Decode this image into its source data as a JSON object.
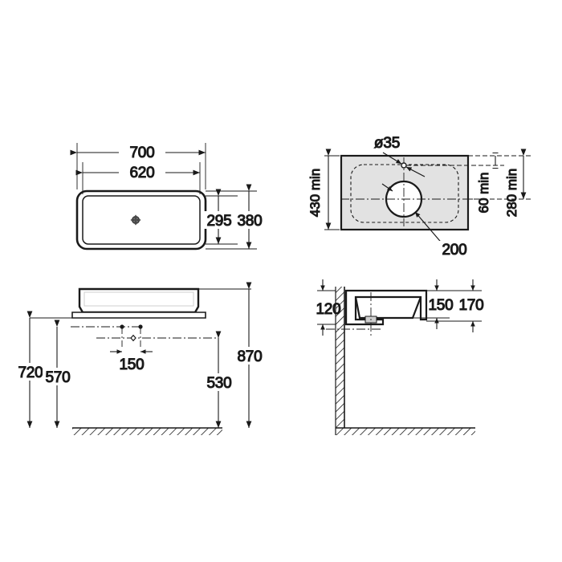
{
  "drawing": {
    "type": "technical-drawing",
    "subject": "rectangular washbasin dimensioned drawing",
    "units": "mm",
    "background_color": "#ffffff",
    "line_color": "#1a1a1a",
    "fill_color": "#e2e2e2"
  },
  "views": {
    "plan": {
      "name": "plan-view",
      "dims": {
        "overall_width": "700",
        "inner_width": "620",
        "inner_depth": "295",
        "overall_depth": "380"
      },
      "features": {
        "waste_symbol": "drain-outlet"
      }
    },
    "cutout": {
      "name": "cutout-template-view",
      "dims": {
        "depth_min": "430 min",
        "tap_hole": "ø35",
        "bowl_circle": "200",
        "edge_min": "60 min",
        "centre_min": "280 min"
      }
    },
    "front_elevation": {
      "name": "front-elevation-view",
      "dims": {
        "top_height": "870",
        "tap_height": "720",
        "supply_height": "570",
        "waste_height": "530",
        "supply_spacing": "150"
      }
    },
    "section": {
      "name": "side-section-view",
      "dims": {
        "basin_height": "120",
        "bowl_depth": "150",
        "overall_projection": "170"
      }
    }
  },
  "labels": {
    "d700": "700",
    "d620": "620",
    "d295": "295",
    "d380": "380",
    "d430min": "430 min",
    "d35": "ø35",
    "d200": "200",
    "d60min": "60 min",
    "d280min": "280 min",
    "d870": "870",
    "d720": "720",
    "d570": "570",
    "d530": "530",
    "d150a": "150",
    "d120": "120",
    "d150b": "150",
    "d170": "170"
  }
}
